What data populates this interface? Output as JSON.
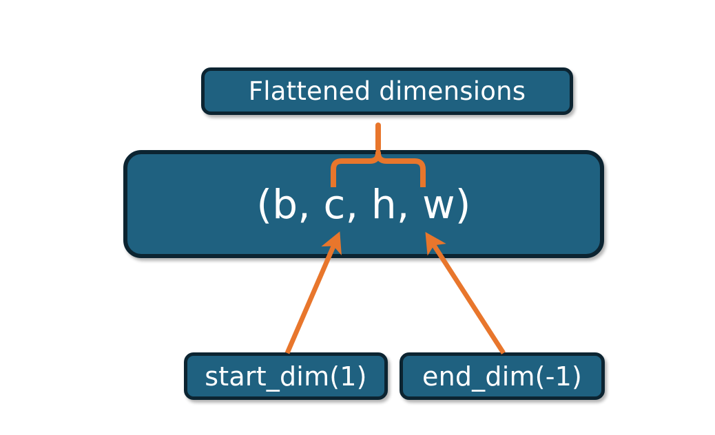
{
  "diagram": {
    "title_node": {
      "label": "Flattened dimensions"
    },
    "shape_node": {
      "label": "(b, c, h, w)"
    },
    "param_nodes": [
      {
        "label": "start_dim(1)"
      },
      {
        "label": "end_dim(-1)"
      }
    ],
    "connectors": [
      {
        "name": "brace-flattened-range",
        "kind": "curly-brace-up",
        "points_to": "Flattened dimensions",
        "spans": "c, h, w"
      },
      {
        "name": "arrow-start-dim",
        "kind": "arrow",
        "from": "start_dim(1)",
        "to": "c"
      },
      {
        "name": "arrow-end-dim",
        "kind": "arrow",
        "from": "end_dim(-1)",
        "to": "w"
      }
    ],
    "colors": {
      "node_fill": "#1f6180",
      "node_border": "#0c2431",
      "node_text": "#ffffff",
      "connector": "#e8762c",
      "background": "#ffffff"
    }
  }
}
